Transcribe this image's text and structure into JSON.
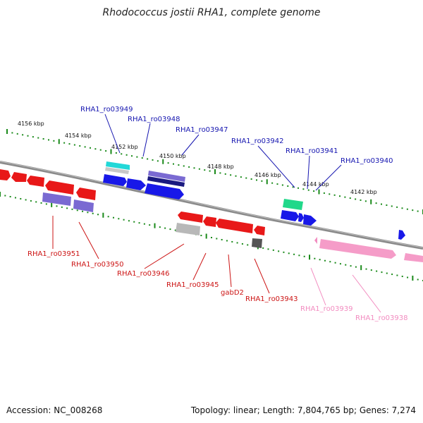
{
  "title": "Rhodococcus jostii RHA1, complete genome",
  "footer": {
    "accession": "Accession: NC_008268",
    "summary": "Topology: linear; Length: 7,804,765 bp; Genes: 7,274"
  },
  "colors": {
    "backbone": "#808080",
    "tick_dots": "#1a8a1a",
    "top_labels": "#1515b0",
    "bottom_labels": "#cc1414",
    "faded_labels": "#f28cc0"
  },
  "scale_labels": [
    "4156 kbp",
    "4154 kbp",
    "4152 kbp",
    "4150 kbp",
    "4148 kbp",
    "4146 kbp",
    "4144 kbp",
    "4142 kbp"
  ],
  "top_genes": [
    "RHA1_ro03949",
    "RHA1_ro03948",
    "RHA1_ro03947",
    "RHA1_ro03942",
    "RHA1_ro03941",
    "RHA1_ro03940"
  ],
  "bottom_genes": [
    "RHA1_ro03951",
    "RHA1_ro03950",
    "RHA1_ro03946",
    "RHA1_ro03945",
    "gabD2",
    "RHA1_ro03943"
  ],
  "faded_genes": [
    "RHA1_ro03939",
    "RHA1_ro03938"
  ]
}
